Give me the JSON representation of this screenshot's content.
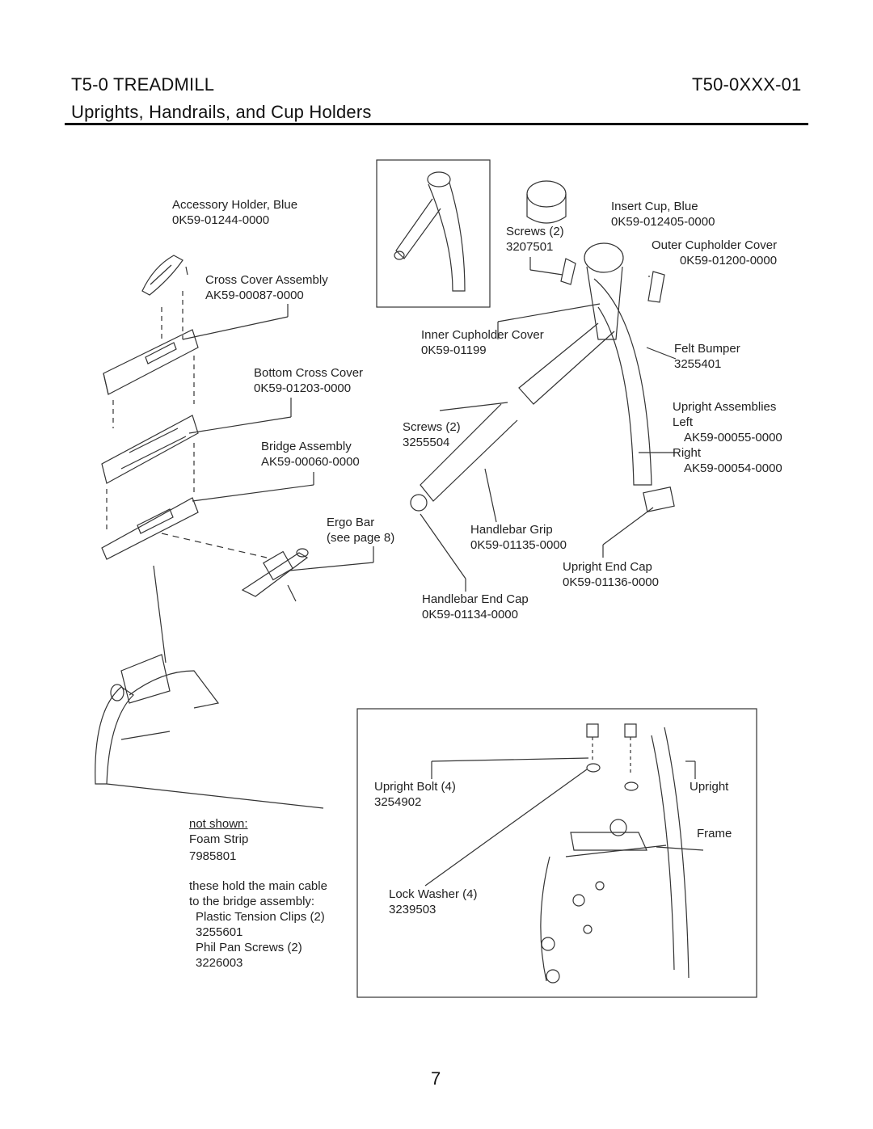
{
  "header": {
    "model": "T5-0 TREADMILL",
    "part_code": "T50-0XXX-01",
    "section_title": "Uprights, Handrails, and Cup Holders"
  },
  "callouts": {
    "accessory_holder": {
      "name": "Accessory Holder, Blue",
      "number": "0K59-01244-0000"
    },
    "cross_cover_assembly": {
      "name": "Cross Cover Assembly",
      "number": "AK59-00087-0000"
    },
    "bottom_cross_cover": {
      "name": "Bottom Cross Cover",
      "number": "0K59-01203-0000"
    },
    "bridge_assembly": {
      "name": "Bridge Assembly",
      "number": "AK59-00060-0000"
    },
    "ergo_bar": {
      "name": "Ergo Bar",
      "note": "(see page 8)"
    },
    "screws_top": {
      "name": "Screws (2)",
      "number": "3207501"
    },
    "insert_cup": {
      "name": "Insert Cup, Blue",
      "number": "0K59-012405-0000"
    },
    "outer_cupholder_cover": {
      "name": "Outer Cupholder Cover",
      "number": "0K59-01200-0000"
    },
    "inner_cupholder_cover": {
      "name": "Inner Cupholder Cover",
      "number": "0K59-01199"
    },
    "felt_bumper": {
      "name": "Felt Bumper",
      "number": "3255401"
    },
    "upright_assemblies": {
      "name": "Upright Assemblies",
      "left_label": "Left",
      "left_number": "AK59-00055-0000",
      "right_label": "Right",
      "right_number": "AK59-00054-0000"
    },
    "screws_mid": {
      "name": "Screws (2)",
      "number": "3255504"
    },
    "handlebar_grip": {
      "name": "Handlebar Grip",
      "number": "0K59-01135-0000"
    },
    "upright_end_cap": {
      "name": "Upright End Cap",
      "number": "0K59-01136-0000"
    },
    "handlebar_end_cap": {
      "name": "Handlebar End Cap",
      "number": "0K59-01134-0000"
    }
  },
  "not_shown": {
    "heading": "not shown:",
    "item": "Foam Strip",
    "number": "7985801",
    "note_line1": "these hold the main cable",
    "note_line2": "to the bridge assembly:",
    "clips": "Plastic Tension Clips (2)",
    "clips_number": "3255601",
    "screws": "Phil Pan Screws (2)",
    "screws_number": "3226003"
  },
  "inset": {
    "upright_bolt": {
      "name": "Upright Bolt (4)",
      "number": "3254902"
    },
    "lock_washer": {
      "name": "Lock Washer (4)",
      "number": "3239503"
    },
    "upright_label": "Upright",
    "frame_label": "Frame"
  },
  "page_number": "7"
}
